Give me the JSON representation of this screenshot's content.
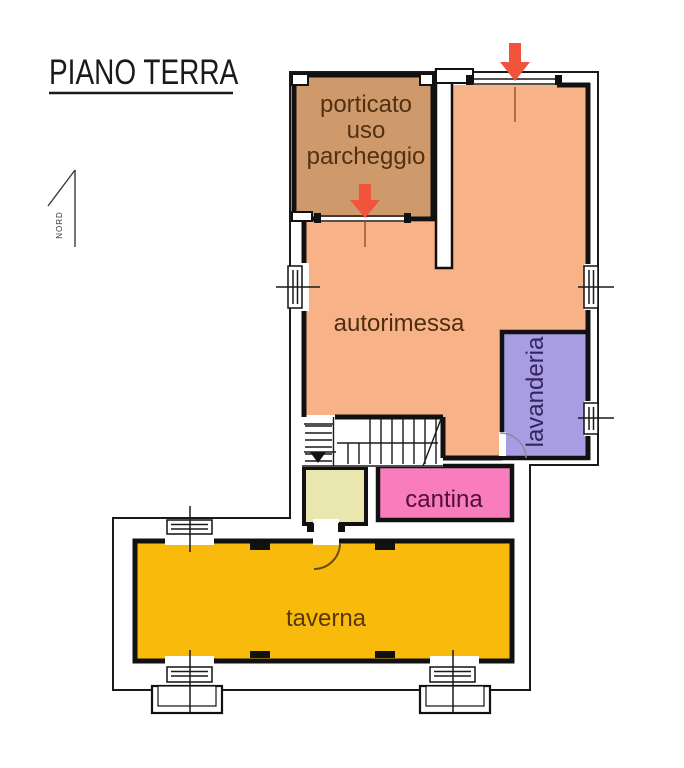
{
  "title": {
    "text": "PIANO TERRA"
  },
  "compass": {
    "label": "NORD"
  },
  "rooms": {
    "porticato": {
      "label_lines": [
        "porticato",
        "uso",
        "parcheggio"
      ],
      "color": "#CF9A6B",
      "label_color": "#53300F"
    },
    "autorimessa": {
      "label": "autorimessa",
      "color": "#F7B287",
      "label_color": "#4F2E10"
    },
    "lavanderia": {
      "label": "lavanderia",
      "color": "#A89CE2",
      "label_color": "#33265F"
    },
    "cantina": {
      "label": "cantina",
      "color": "#F97DBD",
      "label_color": "#4F0E33"
    },
    "taverna": {
      "label": "taverna",
      "color": "#F9BB0B",
      "label_color": "#573806"
    },
    "disimpegno": {
      "color": "#EAE6AF"
    }
  },
  "annotations": {
    "entrance_arrow_color": "#F1543B",
    "wall_color": "#111111"
  }
}
